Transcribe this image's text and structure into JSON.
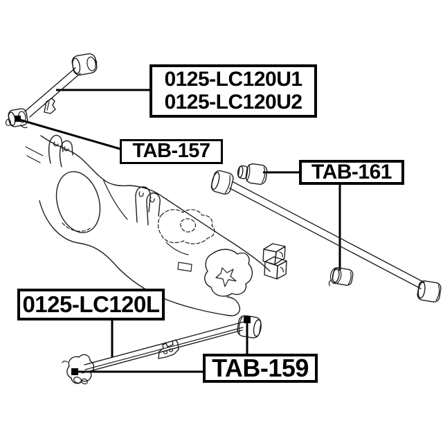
{
  "figure": {
    "type": "suspension-parts-line-diagram",
    "background_color": "#ffffff",
    "line_color": "#000000",
    "text_color": "#000000"
  },
  "labels": {
    "upper_arm_codes": {
      "line1": "0125-LC120U1",
      "line2": "0125-LC120U2"
    },
    "upper_arm_bushing": "TAB-157",
    "track_rod_bushing": "TAB-161",
    "lower_arm_code": "0125-LC120L",
    "lower_arm_bushing": "TAB-159"
  }
}
